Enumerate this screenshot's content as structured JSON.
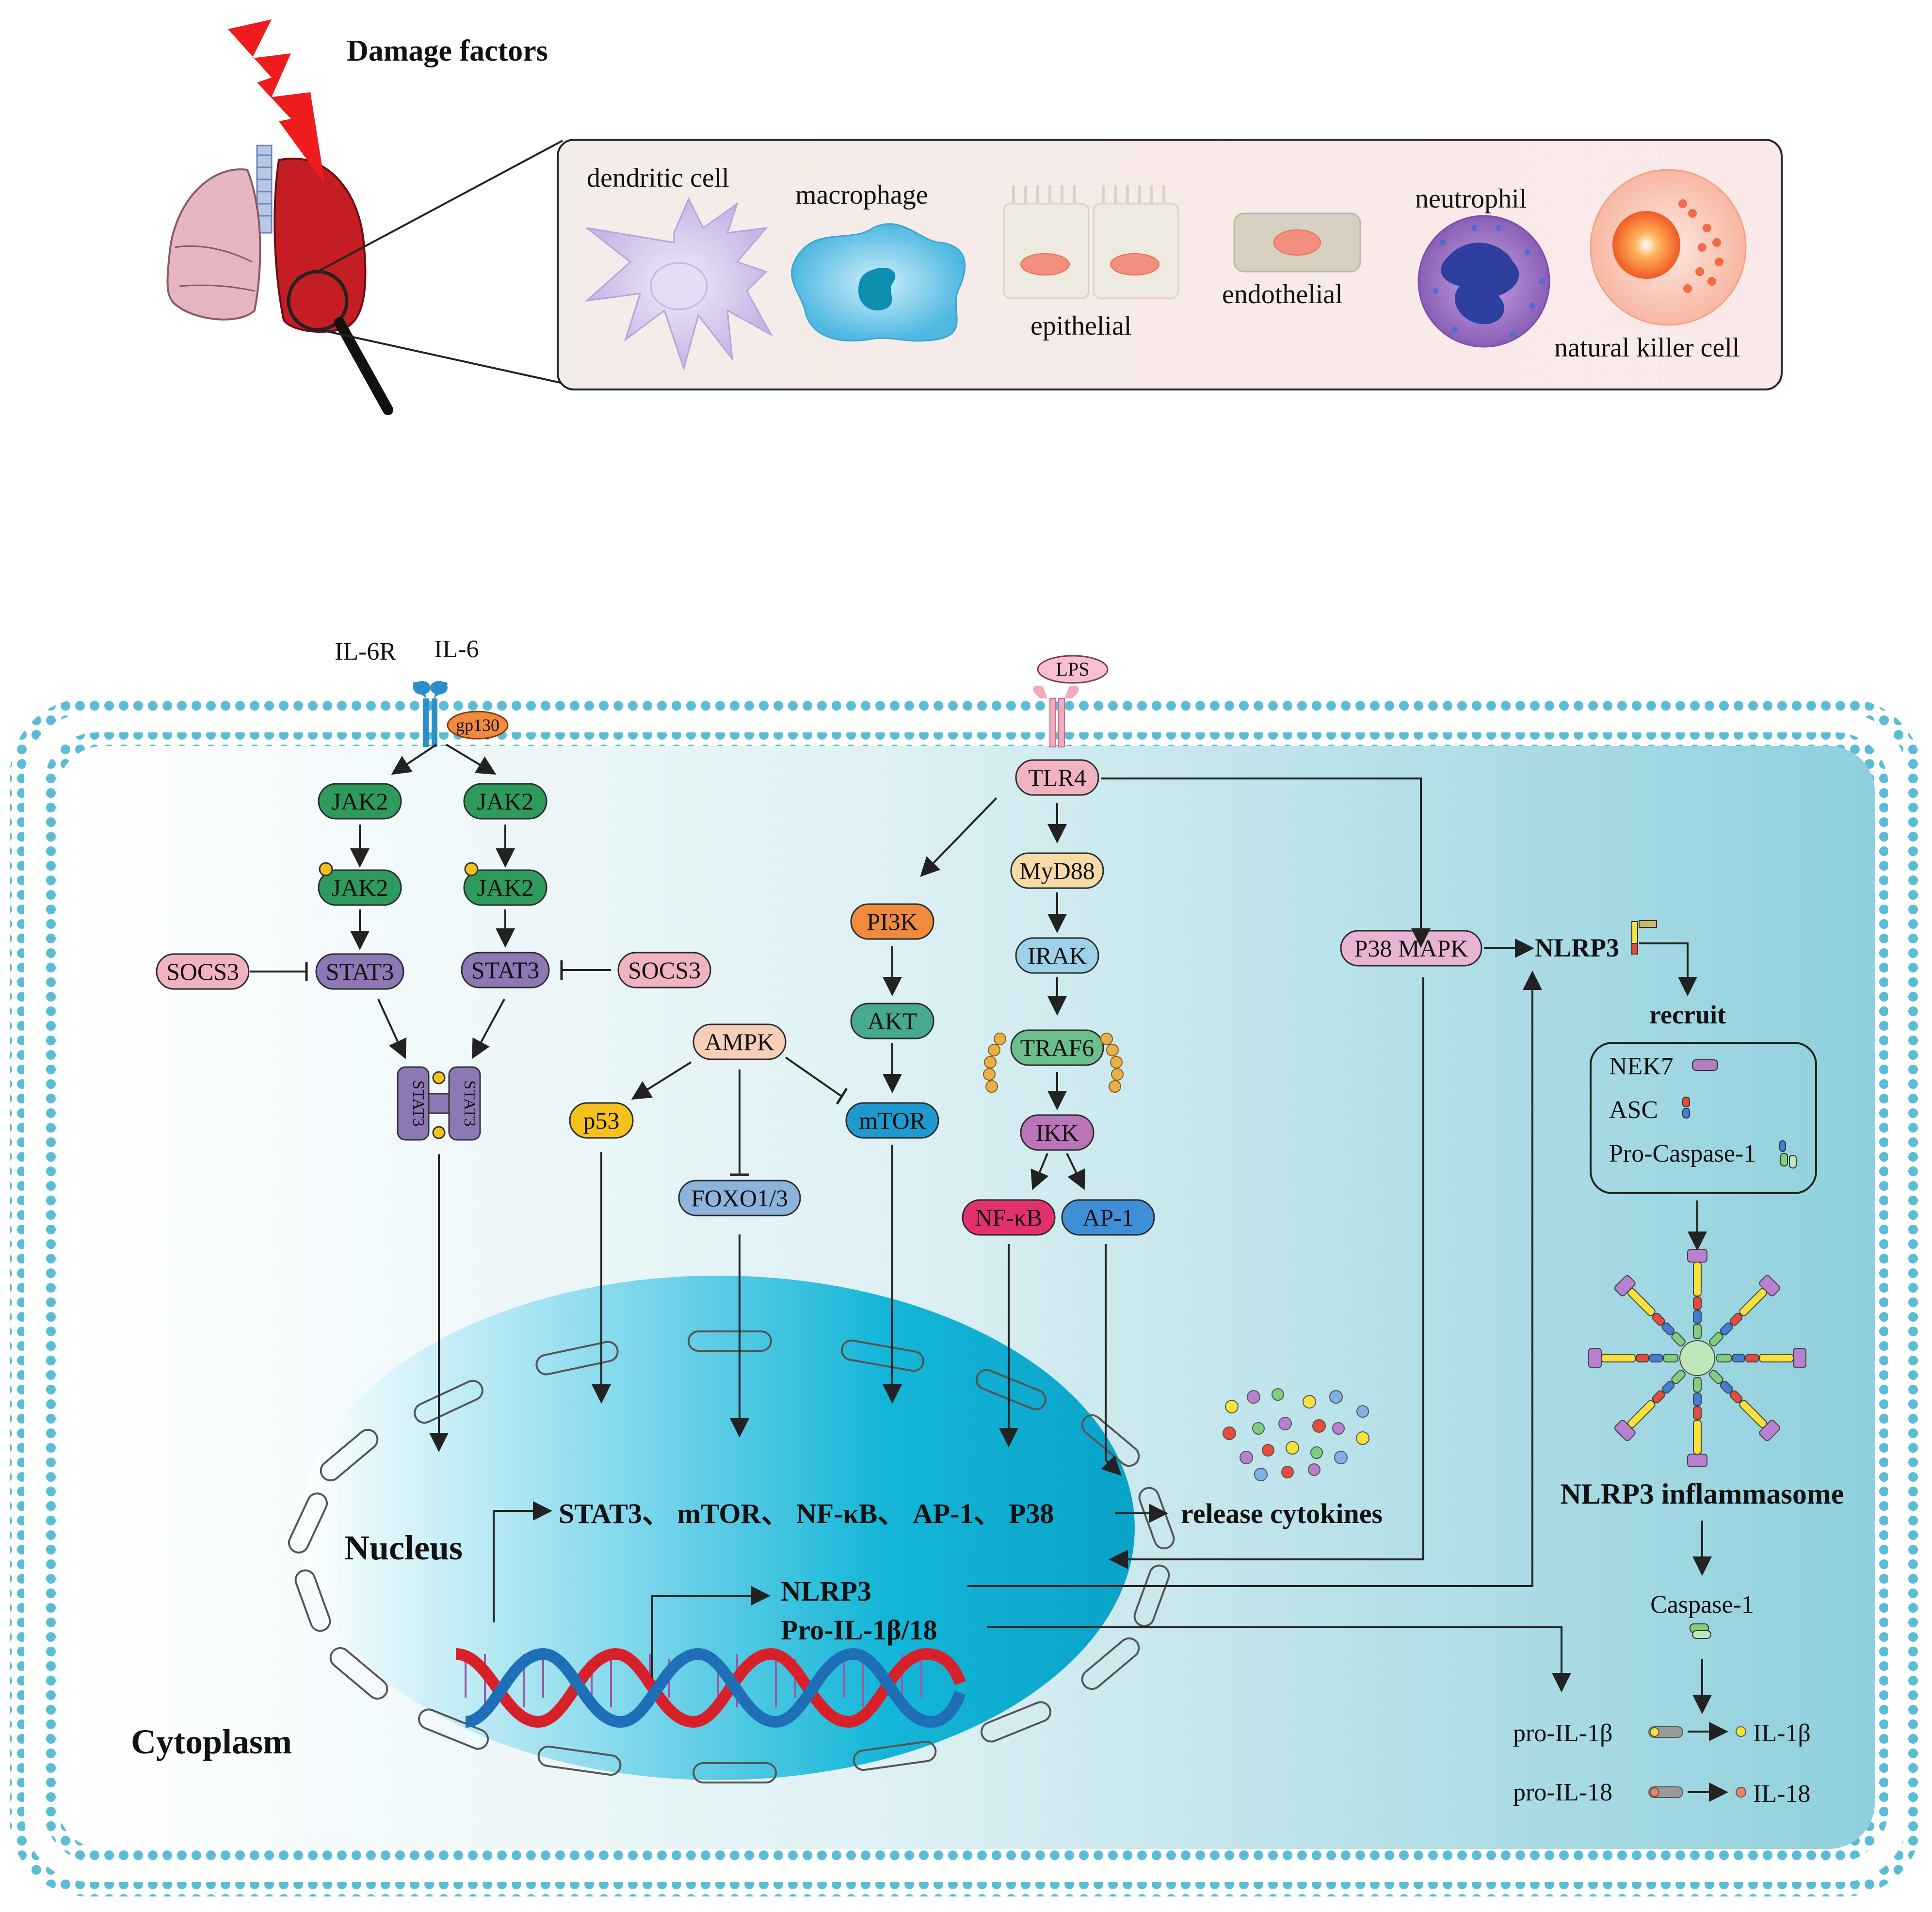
{
  "top": {
    "heading": "Damage factors",
    "cells": {
      "dendritic": "dendritic cell",
      "macrophage": "macrophage",
      "epithelial": "epithelial",
      "endothelial": "endothelial",
      "neutrophil": "neutrophil",
      "nk": "natural killer cell"
    }
  },
  "receptors": {
    "il6r": "IL-6R",
    "il6": "IL-6",
    "gp130": "gp130",
    "lps": "LPS",
    "tlr4": "TLR4"
  },
  "il6_pathway": {
    "jak2": "JAK2",
    "p": "P",
    "stat3": "STAT3",
    "socs3": "SOCS3"
  },
  "lps_pathway": {
    "myd88": "MyD88",
    "irak": "IRAK",
    "traf6": "TRAF6",
    "ikk": "IKK",
    "nfkb": "NF-κB",
    "ap1": "AP-1",
    "pi3k": "PI3K",
    "akt": "AKT",
    "mtor": "mTOR",
    "ampk": "AMPK",
    "p53": "p53",
    "foxo": "FOXO1/3",
    "p38mapk": "P38 MAPK"
  },
  "inflammasome": {
    "nlrp3": "NLRP3",
    "recruit": "recruit",
    "nek7": "NEK7",
    "asc": "ASC",
    "pro_casp1": "Pro-Caspase-1",
    "title": "NLRP3 inflammasome",
    "casp1": "Caspase-1",
    "pro_il1b": "pro-IL-1β",
    "il1b": "IL-1β",
    "pro_il18": "pro-IL-18",
    "il18": "IL-18"
  },
  "nucleus": {
    "label": "Nucleus",
    "tf_list": "STAT3、 mTOR、 NF-κB、 AP-1、 P38",
    "release": "release cytokines",
    "nlrp3": "NLRP3",
    "pro_il": "Pro-IL-1β/18"
  },
  "cytoplasm": {
    "label": "Cytoplasm"
  },
  "colors": {
    "membrane": "#5bbcd6",
    "jak2": "#2e9a5c",
    "stat3": "#8d77b5",
    "socs3": "#f2b3c1",
    "pi3k": "#f08a3c",
    "akt": "#47a98f",
    "mtor": "#1e9ad0",
    "p53": "#f7c11d",
    "ampk": "#f7cfb8",
    "foxo": "#8cb4dc",
    "myd88": "#f6dba9",
    "irak": "#9fd0ea",
    "traf6": "#6cbf8c",
    "ikk": "#b975b8",
    "nfkb": "#e4316e",
    "ap1": "#3f8fd8",
    "p38mapk": "#e8b4d4",
    "lung_red": "#c41e24",
    "dna_red": "#d8202b",
    "dna_blue": "#1f6eb8"
  }
}
